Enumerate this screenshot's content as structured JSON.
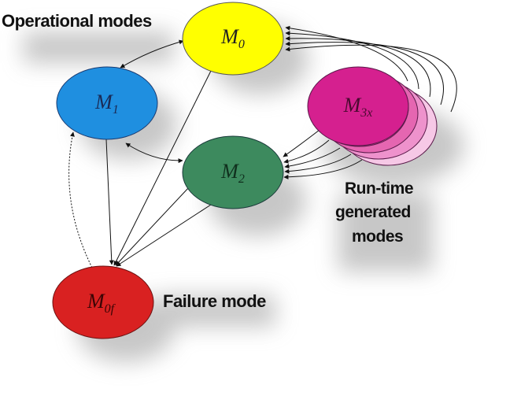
{
  "labels": {
    "operational": "Operational modes",
    "runtime_1": "Run-time",
    "runtime_2": "generated",
    "runtime_3": "modes",
    "failure": "Failure mode"
  },
  "nodes": {
    "m0": {
      "base": "M",
      "sub": "0",
      "color": "#ffff00"
    },
    "m1": {
      "base": "M",
      "sub": "1",
      "color": "#1f8fe0"
    },
    "m2": {
      "base": "M",
      "sub": "2",
      "color": "#3d8a5e"
    },
    "m3x": {
      "base": "M",
      "sub": "3x",
      "color": "#d5208f"
    },
    "m0f": {
      "base": "M",
      "sub": "0f",
      "color": "#d92121"
    }
  },
  "stack_colors": [
    "#f6c8e6",
    "#ee92cc",
    "#e566b1",
    "#db3f9e"
  ],
  "shadow_color": "#9a9a9a"
}
